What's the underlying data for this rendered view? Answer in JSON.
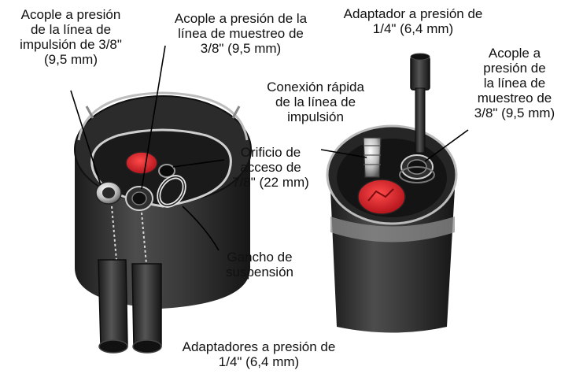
{
  "labels": {
    "drive_line_fitting": [
      "Acople a presión",
      "de la línea de",
      "impulsión de 3/8\"",
      "(9,5 mm)"
    ],
    "sample_line_fitting_left": [
      "Acople a presión de la",
      "línea de muestreo de",
      "3/8\" (9,5 mm)"
    ],
    "adapter_top": [
      "Adaptador a presión de",
      "1/4\" (6,4 mm)"
    ],
    "sample_line_fitting_right": [
      "Acople a",
      "presión de",
      "la línea de",
      "muestreo de",
      "3/8\" (9,5 mm)"
    ],
    "quick_connect": [
      "Conexión rápida",
      "de la línea de",
      "impulsión"
    ],
    "access_hole": [
      "Orificio de",
      "acceso de",
      "7/8\" (22 mm)"
    ],
    "hanging_hook": [
      "Gancho de",
      "suspensión"
    ],
    "adapters_bottom": [
      "Adaptadores a presión de",
      "1/4\" (6,4 mm)"
    ]
  },
  "colors": {
    "body_dark": "#2a2a2a",
    "body_mid": "#4a4a4a",
    "body_light": "#9a9a9a",
    "cap_red": "#d8202a",
    "leader": "#000000"
  }
}
